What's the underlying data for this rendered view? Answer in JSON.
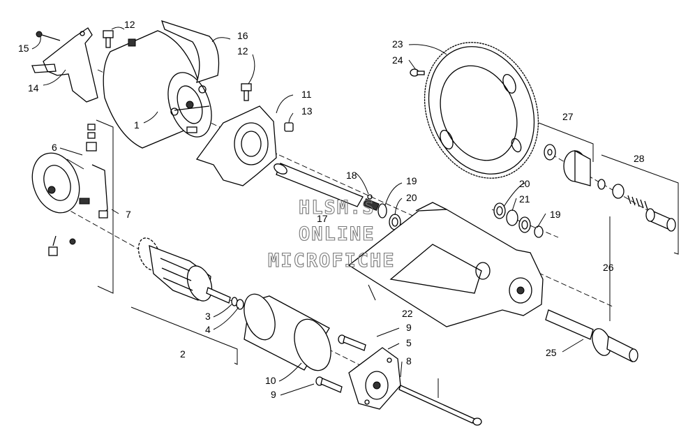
{
  "watermark": {
    "line1": "HLSM.S",
    "line2": "ONLINE",
    "line3": "MICROFICHE"
  },
  "callouts": [
    "1",
    "2",
    "3",
    "4",
    "5",
    "6",
    "7",
    "8",
    "9",
    "9",
    "10",
    "11",
    "12",
    "12",
    "13",
    "14",
    "15",
    "16",
    "17",
    "18",
    "19",
    "19",
    "20",
    "20",
    "21",
    "22",
    "23",
    "24",
    "25",
    "26",
    "27",
    "28"
  ]
}
